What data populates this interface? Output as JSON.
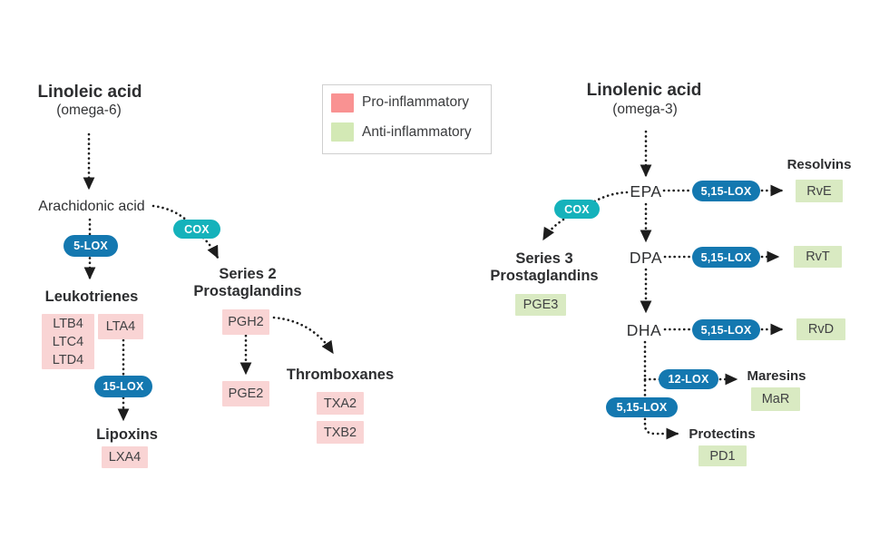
{
  "colors": {
    "enzyme_blue": "#1478b0",
    "enzyme_teal": "#15b2bb",
    "pro_inflammatory_box": "#f9d4d4",
    "anti_inflammatory_box": "#d9eac2",
    "legend_pro_swatch": "#f99292",
    "legend_anti_swatch": "#d3e9b5",
    "text_dark": "#2d2e30",
    "arrow": "#1d1d1d"
  },
  "legend": {
    "items": [
      {
        "label": "Pro-inflammatory"
      },
      {
        "label": "Anti-inflammatory"
      }
    ]
  },
  "omega6": {
    "title": "Linoleic acid",
    "subtitle": "(omega-6)",
    "arachidonic": "Arachidonic acid",
    "enzymes": {
      "lox5": "5-LOX",
      "cox": "COX",
      "lox15": "15-LOX"
    },
    "leukotrienes": {
      "heading": "Leukotrienes",
      "ltb4": "LTB4",
      "ltc4": "LTC4",
      "ltd4": "LTD4",
      "lta4": "LTA4"
    },
    "series2": {
      "line1": "Series 2",
      "line2": "Prostaglandins",
      "pgh2": "PGH2",
      "pge2": "PGE2"
    },
    "thromboxanes": {
      "heading": "Thromboxanes",
      "txa2": "TXA2",
      "txb2": "TXB2"
    },
    "lipoxins": {
      "heading": "Lipoxins",
      "lxa4": "LXA4"
    }
  },
  "omega3": {
    "title": "Linolenic acid",
    "subtitle": "(omega-3)",
    "epa": "EPA",
    "dpa": "DPA",
    "dha": "DHA",
    "enzymes": {
      "cox": "COX",
      "lox515": "5,15-LOX",
      "lox12": "12-LOX"
    },
    "series3": {
      "line1": "Series 3",
      "line2": "Prostaglandins",
      "pge3": "PGE3"
    },
    "resolvins": {
      "heading": "Resolvins",
      "rve": "RvE",
      "rvt": "RvT",
      "rvd": "RvD"
    },
    "maresins": {
      "heading": "Maresins",
      "mar": "MaR"
    },
    "protectins": {
      "heading": "Protectins",
      "pd1": "PD1"
    }
  }
}
